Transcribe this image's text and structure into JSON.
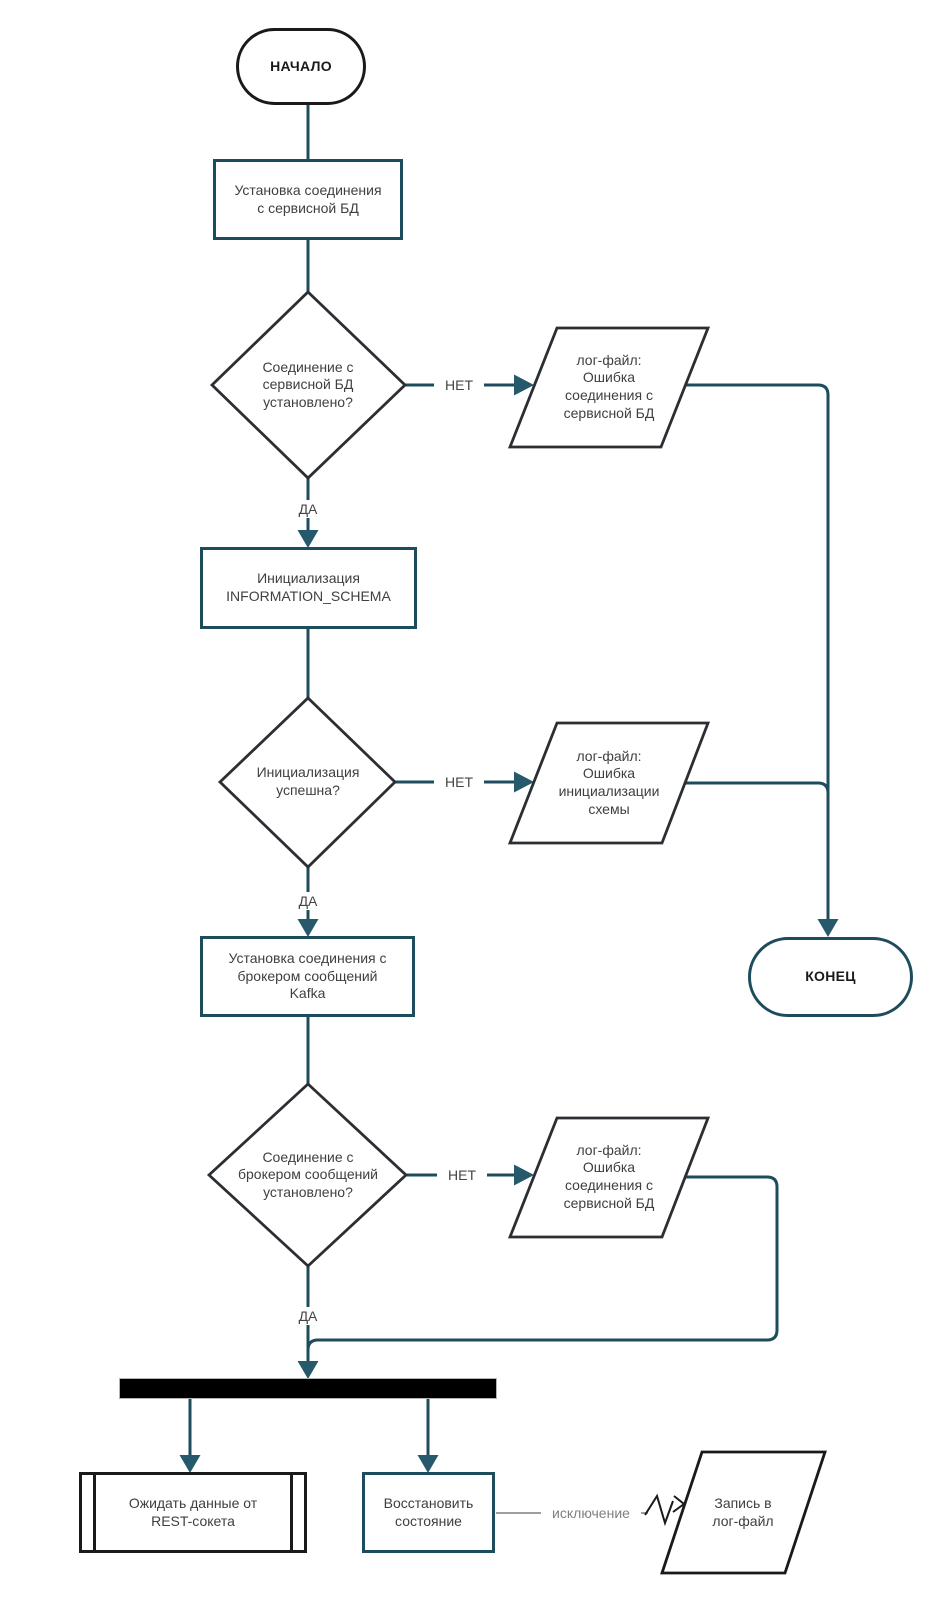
{
  "colors": {
    "line": "#1d4d5c",
    "arrow": "#26596b",
    "ink": "#1a1a1a",
    "shape": "#2b2f33",
    "text": "#3f3f3f",
    "muted": "#7f7f7f",
    "muted-line": "#9e9e9e"
  },
  "labels": {
    "yes": "ДА",
    "no": "НЕТ",
    "exception": "исключение"
  },
  "nodes": {
    "start": "НАЧАЛО",
    "connect_db": "Установка соединения\nс сервисной БД",
    "db_connected": "Соединение с\nсервисной БД\nустановлено?",
    "log_db_error": "лог-файл:\nОшибка\nсоединения с\nсервисной БД",
    "init_schema": "Инициализация\nINFORMATION_SCHEMA",
    "init_ok": "Инициализация\nуспешна?",
    "log_init_error": "лог-файл:\nОшибка\nинициализации\nсхемы",
    "connect_kafka": "Установка соединения с\nброкером сообщений\nKafka",
    "end": "КОНЕЦ",
    "kafka_connected": "Соединение с\nброкером сообщений\nустановлено?",
    "log_kafka_error": "лог-файл:\nОшибка\nсоединения с\nсервисной БД",
    "wait_rest": "Ожидать данные от\nREST-сокета",
    "restore_state": "Восстановить\nсостояние",
    "write_log": "Запись в\nлог-файл"
  }
}
